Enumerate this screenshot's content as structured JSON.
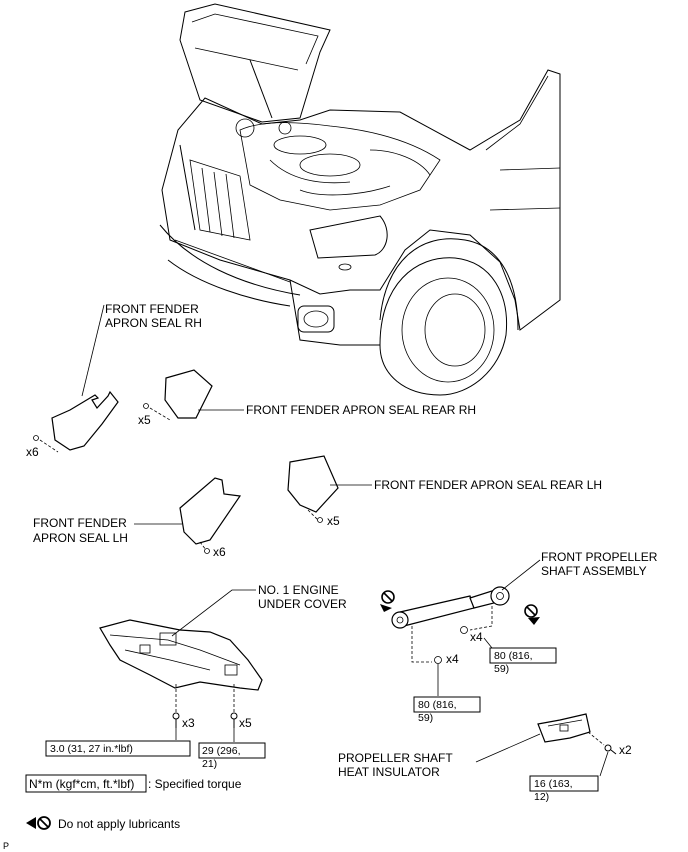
{
  "labels": {
    "fender_apron_rh": [
      "FRONT FENDER",
      "APRON SEAL RH"
    ],
    "fender_apron_rear_rh": "FRONT FENDER APRON SEAL REAR RH",
    "fender_apron_rear_lh": "FRONT FENDER APRON SEAL REAR LH",
    "fender_apron_lh": [
      "FRONT FENDER",
      "APRON SEAL LH"
    ],
    "engine_under_cover": [
      "NO. 1 ENGINE",
      "UNDER COVER"
    ],
    "propeller_shaft": [
      "FRONT PROPELLER",
      "SHAFT ASSEMBLY"
    ],
    "heat_insulator": [
      "PROPELLER SHAFT",
      "HEAT INSULATOR"
    ]
  },
  "quantities": {
    "rh_seal": "x6",
    "rear_rh": "x5",
    "rear_lh": "x5",
    "lh_seal": "x6",
    "under_cover_a": "x3",
    "under_cover_b": "x5",
    "shaft_a": "x4",
    "shaft_b": "x4",
    "insulator": "x2"
  },
  "torques": {
    "under_cover_a": [
      "3.0 (31, 27 in.*lbf)"
    ],
    "under_cover_b": [
      "29 (296,",
      "21)"
    ],
    "shaft_a": [
      "80 (816,",
      "59)"
    ],
    "shaft_b": [
      "80 (816,",
      "59)"
    ],
    "insulator": [
      "16 (163,",
      "12)"
    ]
  },
  "legend": {
    "torque_unit": "N*m (kgf*cm, ft.*lbf)",
    "torque_desc": ": Specified torque",
    "lubricant_desc": "Do not apply lubricants"
  },
  "corner_mark": "P",
  "icons": [
    "no-lubricant-icon",
    "bolt-icon"
  ]
}
